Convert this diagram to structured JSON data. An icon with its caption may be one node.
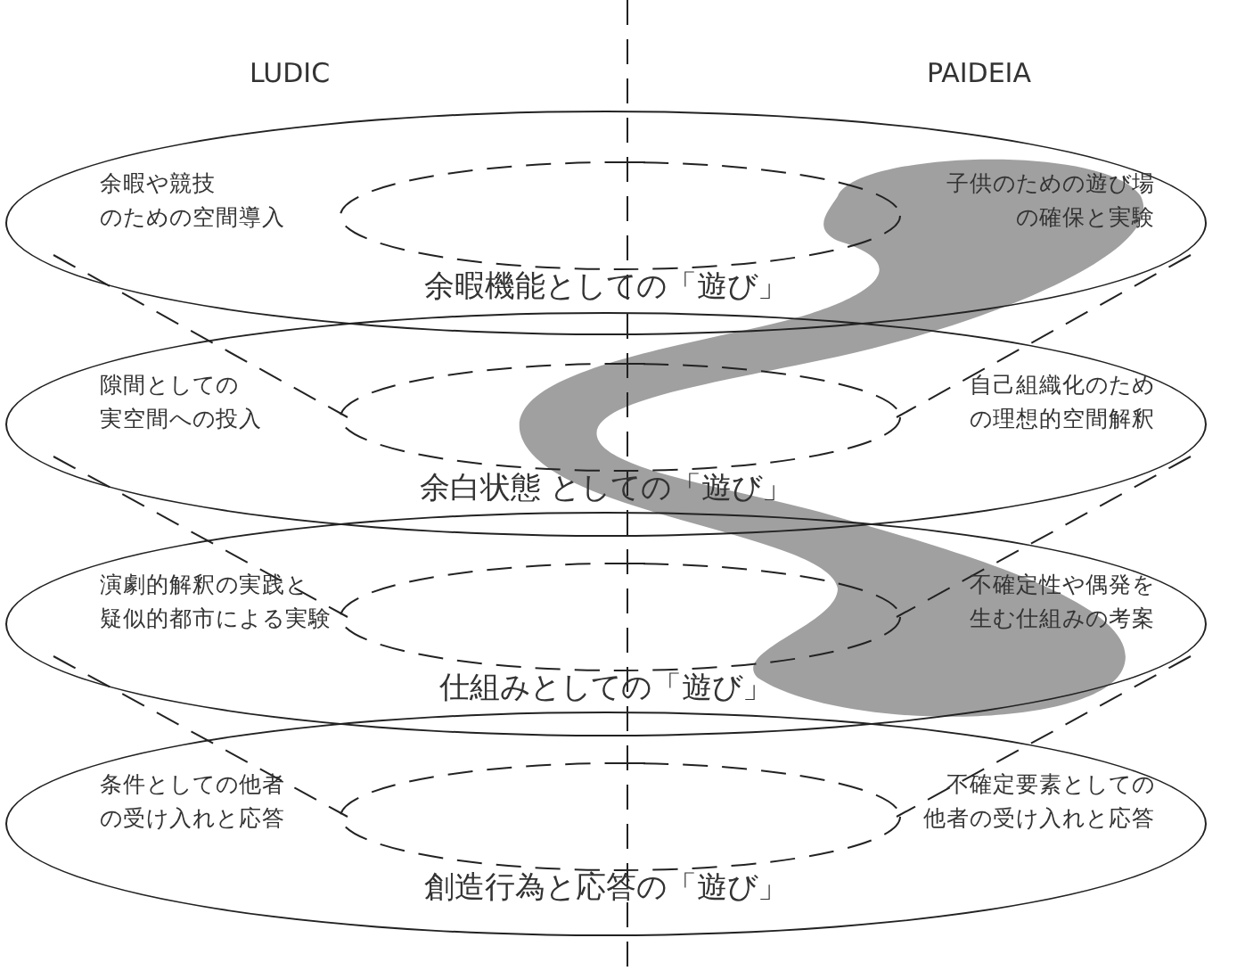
{
  "diagram": {
    "nodes": [
      {
        "text": [
          "余暇や競技のための空間導入",
          "子供のための遊び場の確保と実験",
          "余暇機能としての「遊び」"
        ]
      },
      {
        "text": [
          "隙間としての実空間への投入",
          "自己組織化のための理想的空間解釈",
          "余白状態 としての「遊び」"
        ]
      },
      {
        "text": [
          "演劇的解釈の実践と疑似的都市による実験",
          "不確定性や偶発を生む仕組みの考案",
          "仕組みとしての「遊び」"
        ]
      },
      {
        "text": [
          "条件としての他者の受け入れと応答",
          "不確定要素としての他者の受け入れと応答",
          "創造行為と応答の「遊び」"
        ]
      }
    ],
    "edges": [],
    "labels": [
      "LUDIC",
      "PAIDEIA"
    ]
  }
}
